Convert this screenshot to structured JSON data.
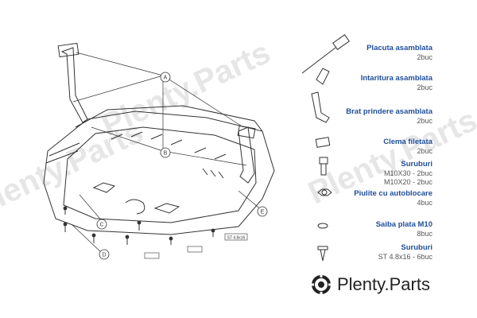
{
  "watermark": {
    "text": "Plenty.Parts"
  },
  "callouts": [
    "A",
    "B",
    "C",
    "D",
    "E"
  ],
  "stamps": [
    "ST 4.8x16"
  ],
  "parts": [
    {
      "name": "Placuta asamblata",
      "qty": "2buc"
    },
    {
      "name": "Intaritura asamblata",
      "qty": "2buc"
    },
    {
      "name": "Brat prindere asamblata",
      "qty": "2buc"
    },
    {
      "name": "Clema filetata",
      "qty": "2buc"
    },
    {
      "name": "Suruburi",
      "qty": [
        "M10X30 - 2buc",
        "M10X20 - 2buc"
      ]
    },
    {
      "name": "Piulite cu autoblocare",
      "qty": "4buc"
    },
    {
      "name": "Saiba plata M10",
      "qty": "8buc"
    },
    {
      "name": "Suruburi",
      "qty": "ST 4.8x16 - 6buc"
    }
  ],
  "logo": {
    "brand": "Plenty",
    "suffix": ".Parts",
    "icon": "gear-cog-icon"
  },
  "colors": {
    "label": "#1f4e9c",
    "qty": "#555555",
    "line": "#333333"
  }
}
